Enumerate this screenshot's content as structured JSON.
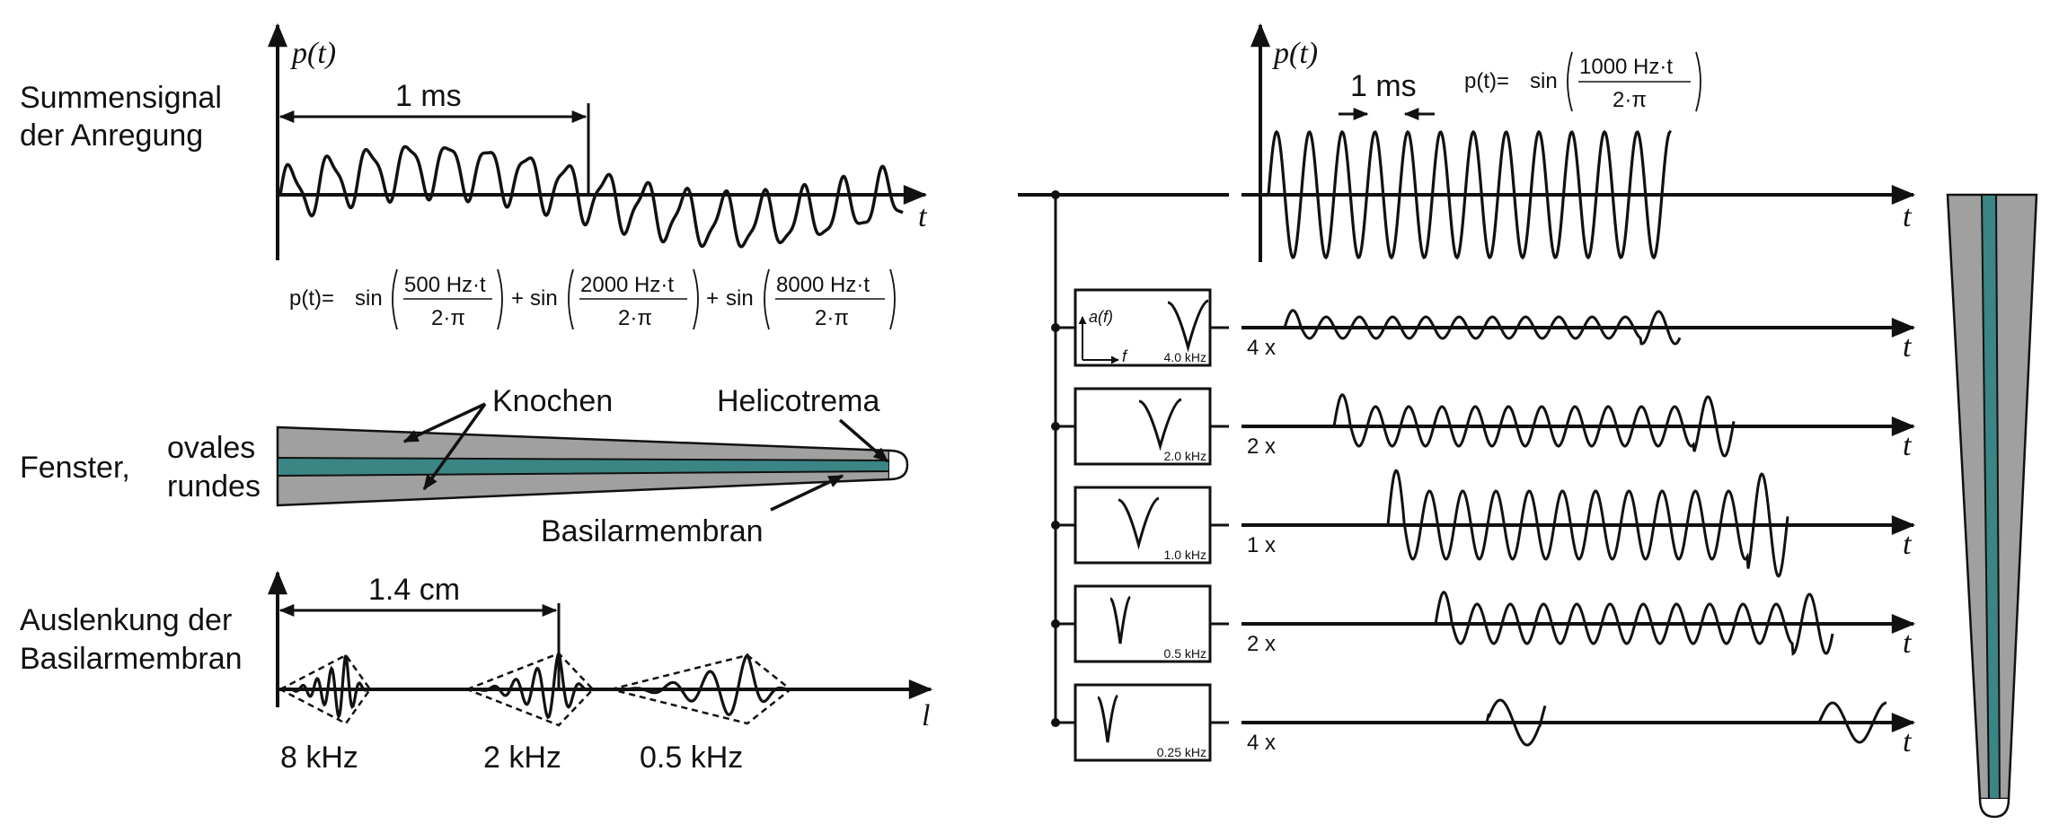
{
  "colors": {
    "stroke": "#111111",
    "bone": "#a0a0a0",
    "membrane": "#3b8585"
  },
  "left_panel": {
    "signal_label_line1": "Summensignal",
    "signal_label_line2": "der Anregung",
    "signal_axis_y": "p(t)",
    "signal_axis_x": "t",
    "period_label": "1 ms",
    "equation": {
      "lhs": "p(t)=",
      "sin": "sin",
      "plus": "+",
      "term1_num": "500 Hz·t",
      "term1_den": "2·π",
      "term2_num": "2000 Hz·t",
      "term2_den": "2·π",
      "term3_num": "8000 Hz·t",
      "term3_den": "2·π"
    },
    "cochlea": {
      "fenster": "Fenster,",
      "ovales": "ovales",
      "rundes": "rundes",
      "knochen": "Knochen",
      "helicotrema": "Helicotrema",
      "basilarmembran": "Basilarmembran"
    },
    "displacement": {
      "label_line1": "Auslenkung der",
      "label_line2": "Basilarmembran",
      "distance_label": "1.4 cm",
      "axis_x": "l",
      "freq_labels": [
        "8 kHz",
        "2 kHz",
        "0.5 kHz"
      ]
    }
  },
  "right_panel": {
    "input_axis_y": "p(t)",
    "input_axis_x": "t",
    "period_label": "1 ms",
    "equation": {
      "lhs": "p(t)=",
      "sin": "sin",
      "num": "1000 Hz·t",
      "den": "2·π"
    },
    "filter_axis_y": "a(f)",
    "filter_axis_x": "f",
    "channels": [
      {
        "center": "4.0 kHz",
        "multiplier": "4 x",
        "axis": "t"
      },
      {
        "center": "2.0 kHz",
        "multiplier": "2 x",
        "axis": "t"
      },
      {
        "center": "1.0 kHz",
        "multiplier": "1 x",
        "axis": "t"
      },
      {
        "center": "0.5 kHz",
        "multiplier": "2 x",
        "axis": "t"
      },
      {
        "center": "0.25 kHz",
        "multiplier": "4 x",
        "axis": "t"
      }
    ]
  }
}
